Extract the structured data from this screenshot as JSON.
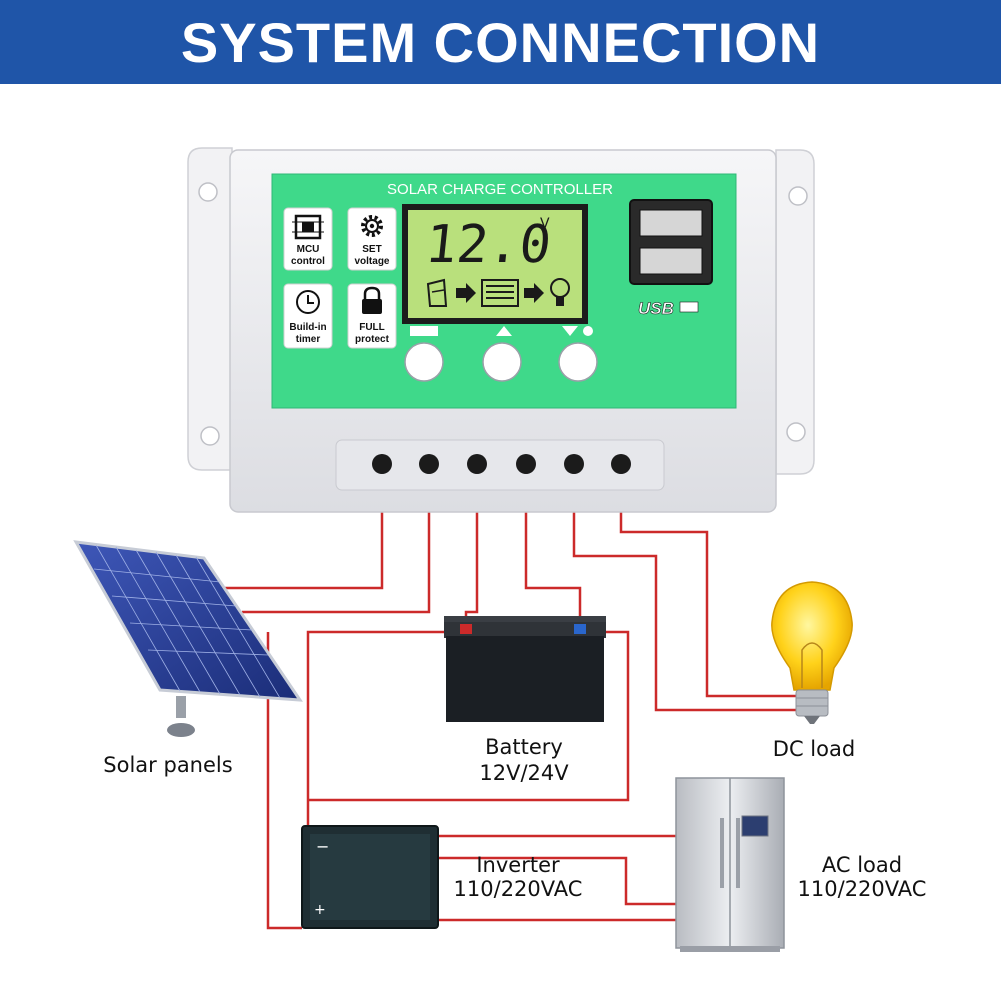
{
  "header": {
    "title": "SYSTEM CONNECTION"
  },
  "controller": {
    "title": "SOLAR CHARGE CONTROLLER",
    "display_value": "12.0",
    "display_unit": "V",
    "usb_label": "USB",
    "features": [
      {
        "line1": "MCU",
        "line2": "control",
        "icon": "chip-icon"
      },
      {
        "line1": "SET",
        "line2": "voltage",
        "icon": "gear-icon"
      },
      {
        "line1": "Build-in",
        "line2": "timer",
        "icon": "clock-icon"
      },
      {
        "line1": "FULL",
        "line2": "protect",
        "icon": "lock-icon"
      }
    ]
  },
  "components": {
    "solar": "Solar panels",
    "battery_line1": "Battery",
    "battery_line2": "12V/24V",
    "dc_load": "DC load",
    "inverter_line1": "Inverter",
    "inverter_line2": "110/220VAC",
    "ac_line1": "AC load",
    "ac_line2": "110/220VAC"
  },
  "colors": {
    "banner": "#1f55a8",
    "panel_green": "#3fd98a",
    "lcd": "#b9e07c",
    "wire": "#cc2a2a"
  }
}
